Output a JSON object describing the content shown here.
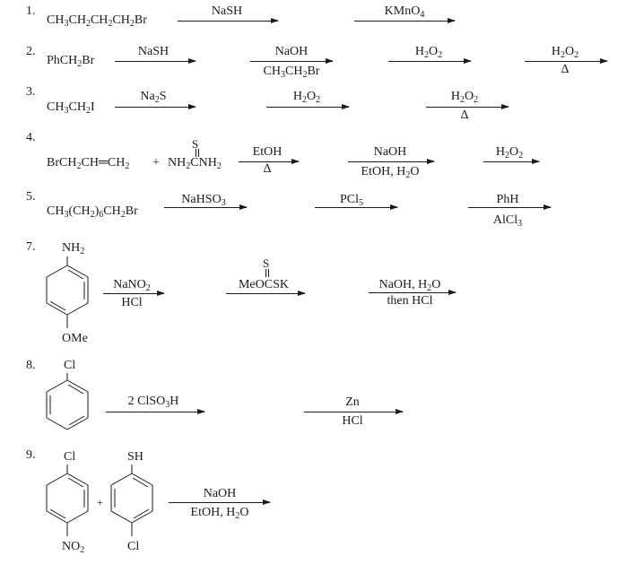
{
  "reactions": [
    {
      "number": "1.",
      "substrate": "CH3CH2CH2CH2Br",
      "steps": [
        {
          "above": "NaSH",
          "below": ""
        },
        {
          "above": "KMnO4",
          "below": ""
        }
      ]
    },
    {
      "number": "2.",
      "substrate": "PhCH2Br",
      "steps": [
        {
          "above": "NaSH",
          "below": ""
        },
        {
          "above": "NaOH",
          "below": "CH3CH2Br"
        },
        {
          "above": "H2O2",
          "below": ""
        },
        {
          "above": "H2O2",
          "below": "Δ"
        }
      ]
    },
    {
      "number": "3.",
      "substrate": "CH3CH2I",
      "steps": [
        {
          "above": "Na2S",
          "below": ""
        },
        {
          "above": "H2O2",
          "below": ""
        },
        {
          "above": "H2O2",
          "below": "Δ"
        }
      ]
    },
    {
      "number": "4.",
      "substrate": "BrCH2CH=CH2",
      "plus": "+",
      "reagent": "NH2CNH2",
      "reagent_double_bond_atom": "S",
      "steps": [
        {
          "above": "EtOH",
          "below": "Δ"
        },
        {
          "above": "NaOH",
          "below": "EtOH, H2O"
        },
        {
          "above": "H2O2",
          "below": ""
        }
      ]
    },
    {
      "number": "5.",
      "substrate": "CH3(CH2)6CH2Br",
      "steps": [
        {
          "above": "NaHSO3",
          "below": ""
        },
        {
          "above": "PCl5",
          "below": ""
        },
        {
          "above": "PhH",
          "below": "AlCl3"
        }
      ]
    },
    {
      "number": "7.",
      "substrate_top": "NH2",
      "substrate_bottom": "OMe",
      "steps": [
        {
          "above": "NaNO2",
          "below": "HCl"
        },
        {
          "above": "MeOCSK",
          "above_top": "S",
          "below": ""
        },
        {
          "above": "NaOH, H2O",
          "below": "then HCl"
        }
      ]
    },
    {
      "number": "8.",
      "substrate_top": "Cl",
      "steps": [
        {
          "above": "2 ClSO3H",
          "below": ""
        },
        {
          "above": "Zn",
          "below": "HCl"
        }
      ]
    },
    {
      "number": "9.",
      "substrate_top": "Cl",
      "substrate_bottom": "NO2",
      "plus": "+",
      "reagent_top": "SH",
      "reagent_bottom": "Cl",
      "steps": [
        {
          "above": "NaOH",
          "below": "EtOH, H2O"
        }
      ]
    }
  ]
}
